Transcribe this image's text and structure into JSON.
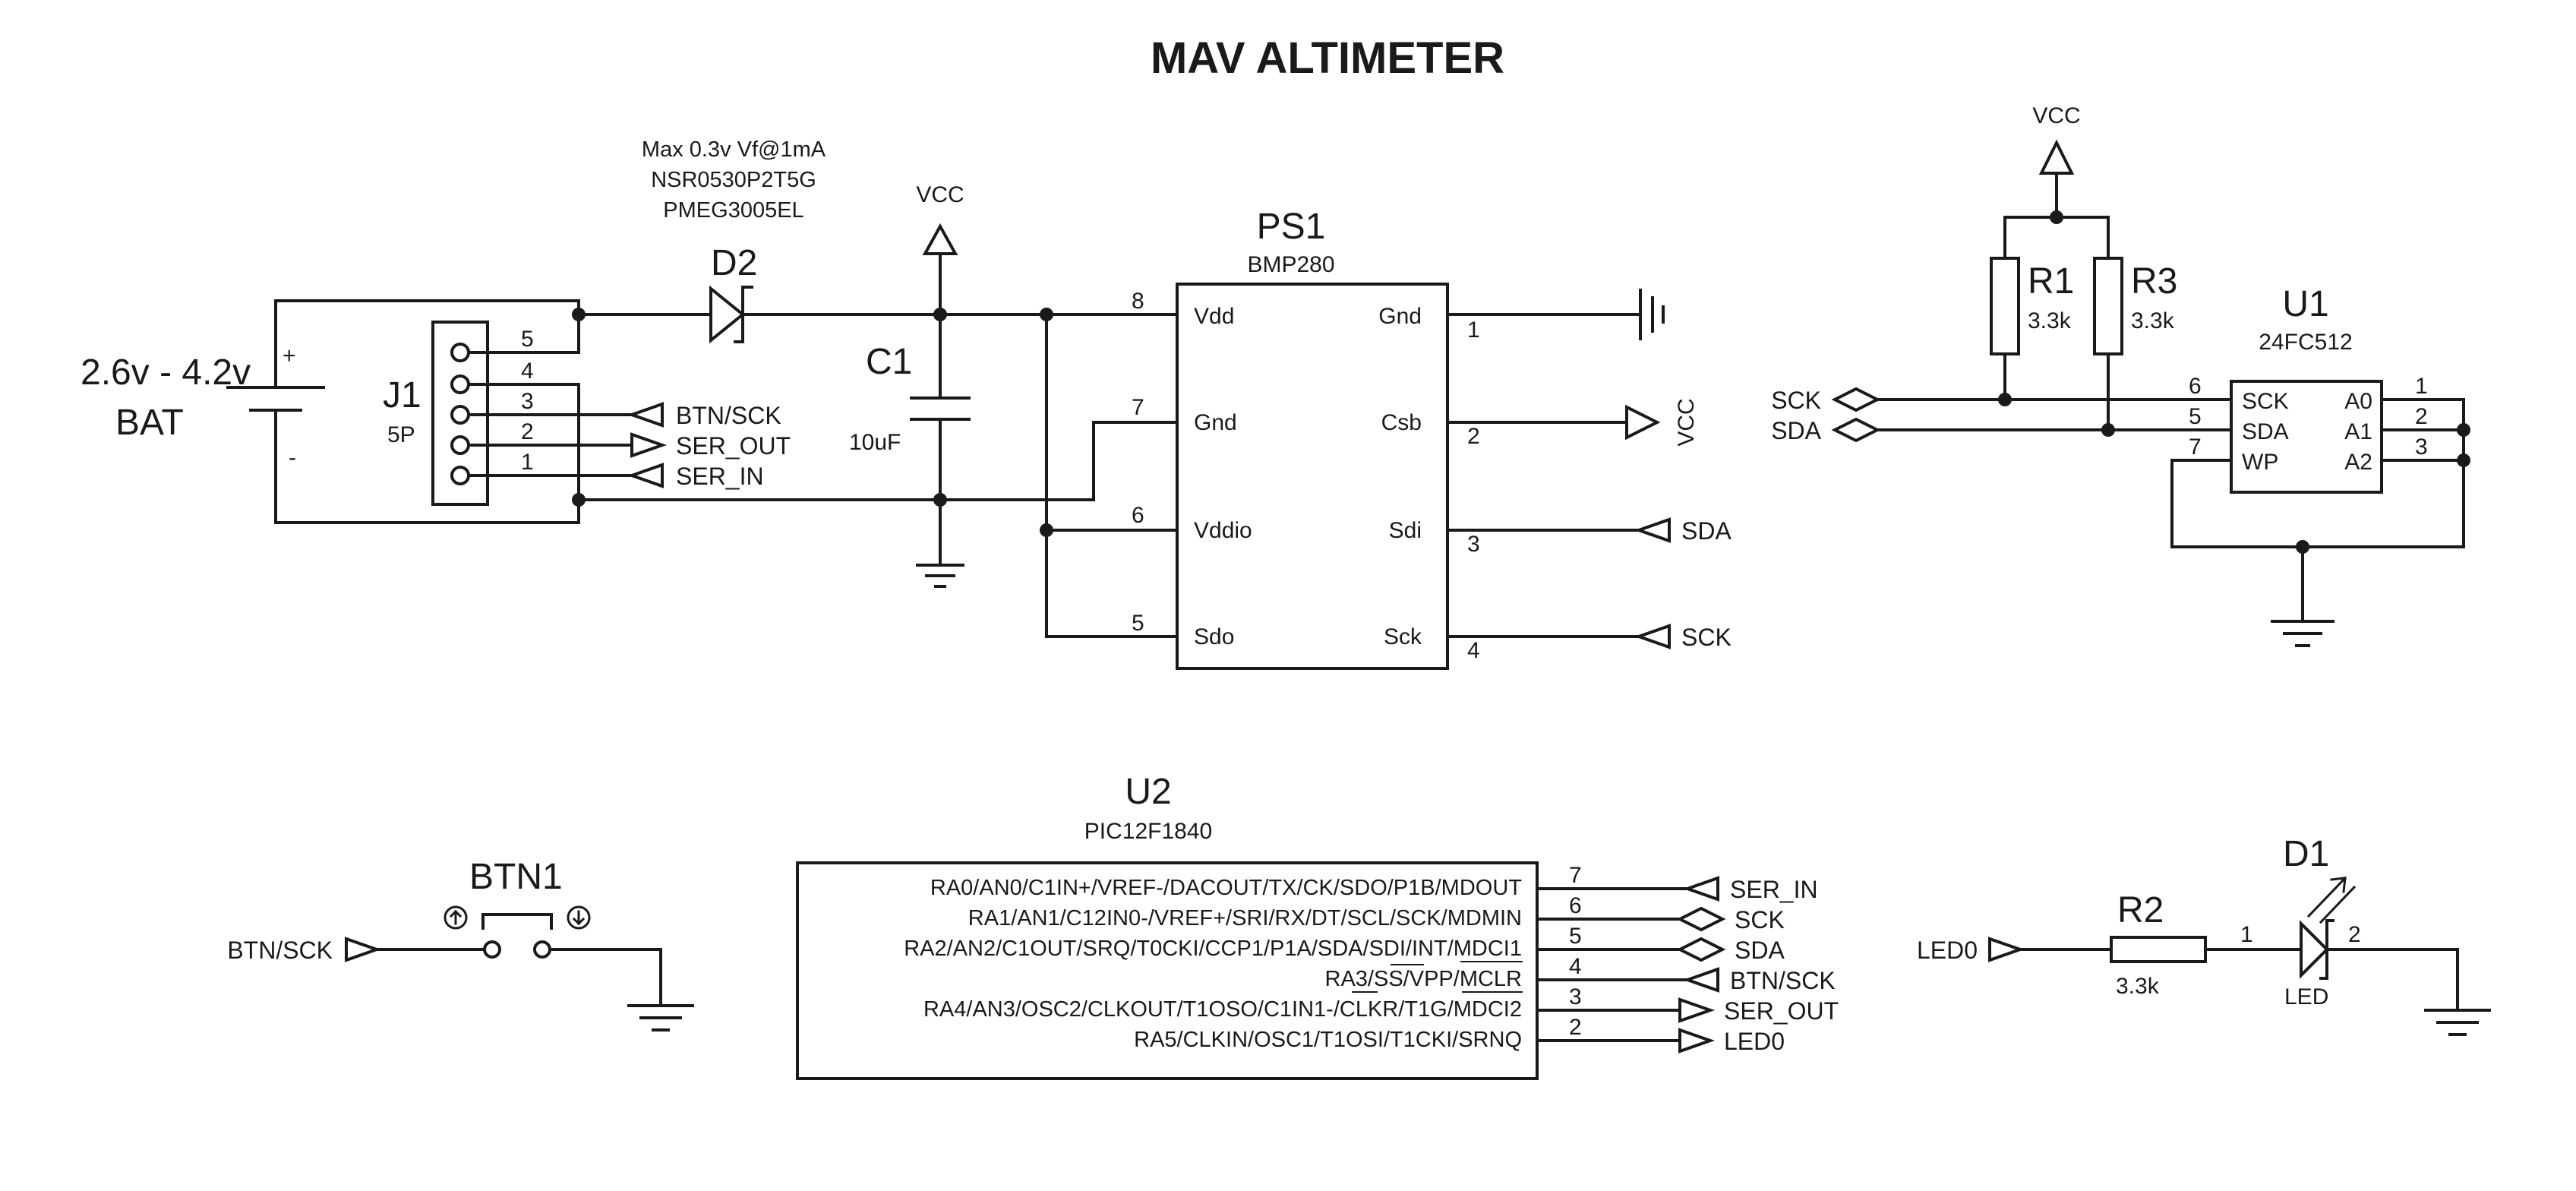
{
  "title": "MAV ALTIMETER",
  "battery": {
    "ref": "BAT",
    "voltage": "2.6v - 4.2v",
    "plus": "+",
    "minus": "-"
  },
  "j1": {
    "ref": "J1",
    "value": "5P",
    "pins": [
      "5",
      "4",
      "3",
      "2",
      "1"
    ]
  },
  "j1_nets": {
    "btn_sck": "BTN/SCK",
    "ser_out": "SER_OUT",
    "ser_in": "SER_IN"
  },
  "d2": {
    "ref": "D2",
    "notes": [
      "Max 0.3v Vf@1mA",
      "NSR0530P2T5G",
      "PMEG3005EL"
    ]
  },
  "c1": {
    "ref": "C1",
    "value": "10uF"
  },
  "vcc": "VCC",
  "ps1": {
    "ref": "PS1",
    "part": "BMP280",
    "left_pins": [
      "Vdd",
      "Gnd",
      "Vddio",
      "Sdo"
    ],
    "left_nums": [
      "8",
      "7",
      "6",
      "5"
    ],
    "right_pins": [
      "Gnd",
      "Csb",
      "Sdi",
      "Sck"
    ],
    "right_nums": [
      "1",
      "2",
      "3",
      "4"
    ],
    "nets": {
      "sdi": "SDA",
      "sck": "SCK"
    }
  },
  "eeprom": {
    "r1": {
      "ref": "R1",
      "value": "3.3k"
    },
    "r3": {
      "ref": "R3",
      "value": "3.3k"
    },
    "u1": {
      "ref": "U1",
      "part": "24FC512",
      "left_pins": [
        "SCK",
        "SDA",
        "WP"
      ],
      "left_nums": [
        "6",
        "5",
        "7"
      ],
      "right_pins": [
        "A0",
        "A1",
        "A2"
      ],
      "right_nums": [
        "1",
        "2",
        "3"
      ]
    },
    "nets": {
      "sck": "SCK",
      "sda": "SDA"
    }
  },
  "btn1": {
    "ref": "BTN1",
    "net": "BTN/SCK"
  },
  "u2": {
    "ref": "U2",
    "part": "PIC12F1840",
    "pins": [
      {
        "label": "RA0/AN0/C1IN+/VREF-/DACOUT/TX/CK/SDO/P1B/MDOUT",
        "num": "7",
        "net": "SER_IN"
      },
      {
        "label": "RA1/AN1/C12IN0-/VREF+/SRI/RX/DT/SCL/SCK/MDMIN",
        "num": "6",
        "net": "SCK"
      },
      {
        "label": "RA2/AN2/C1OUT/SRQ/T0CKI/CCP1/P1A/SDA/SDI/INT/MDCI1",
        "num": "5",
        "net": "SDA"
      },
      {
        "label": "RA3/SS/VPP/MCLR",
        "num": "4",
        "net": "BTN/SCK"
      },
      {
        "label": "RA4/AN3/OSC2/CLKOUT/T1OSO/C1IN1-/CLKR/T1G/MDCI2",
        "num": "3",
        "net": "SER_OUT"
      },
      {
        "label": "RA5/CLKIN/OSC1/T1OSI/T1CKI/SRNQ",
        "num": "2",
        "net": "LED0"
      }
    ]
  },
  "led": {
    "net": "LED0",
    "r2": {
      "ref": "R2",
      "value": "3.3k"
    },
    "d1": {
      "ref": "D1",
      "value": "LED",
      "pin1": "1",
      "pin2": "2"
    }
  }
}
